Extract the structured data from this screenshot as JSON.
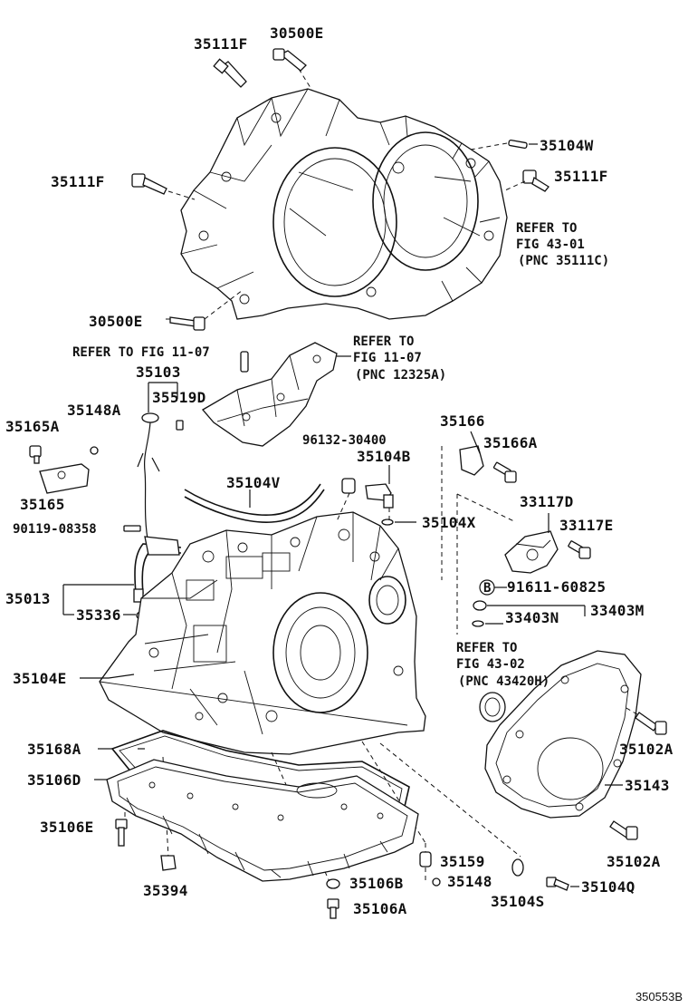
{
  "labels": {
    "p35111F_top": "35111F",
    "p30500E_top": "30500E",
    "p35104W": "35104W",
    "p35111F_left": "35111F",
    "p35111F_right": "35111F",
    "refer_4301_a": "REFER TO",
    "refer_4301_b": "FIG 43-01",
    "refer_4301_c": "(PNC 35111C)",
    "p30500E_bottom": "30500E",
    "refer_1107_left": "REFER TO FIG 11-07",
    "refer_1107_a": "REFER TO",
    "refer_1107_b": "FIG 11-07",
    "refer_1107_c": "(PNC 12325A)",
    "p35103": "35103",
    "p35519D": "35519D",
    "p35148A": "35148A",
    "p35165A": "35165A",
    "p35165": "35165",
    "p90119": "90119-08358",
    "p35104V": "35104V",
    "p96132": "96132-30400",
    "p35104B": "35104B",
    "p35166": "35166",
    "p35166A": "35166A",
    "p35104X": "35104X",
    "p33117D": "33117D",
    "p33117E": "33117E",
    "p35013": "35013",
    "p35336": "35336",
    "circle_b": "B",
    "p91611": "91611-60825",
    "p33403M": "33403M",
    "p33403N": "33403N",
    "refer_4302_a": "REFER TO",
    "refer_4302_b": "FIG 43-02",
    "refer_4302_c": "(PNC 43420H)",
    "p35104E": "35104E",
    "p35168A": "35168A",
    "p35102A_top": "35102A",
    "p35106D": "35106D",
    "p35143": "35143",
    "p35106E": "35106E",
    "p35102A_bottom": "35102A",
    "p35159": "35159",
    "p35394": "35394",
    "p35106B": "35106B",
    "p35148": "35148",
    "p35104Q": "35104Q",
    "p35104S": "35104S",
    "p35106A": "35106A"
  },
  "figure_id": "350553B"
}
